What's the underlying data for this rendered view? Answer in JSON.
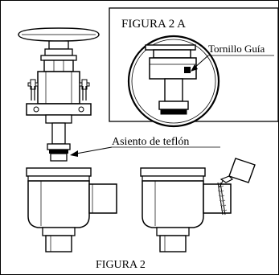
{
  "inset_title": "FIGURA 2 A",
  "label_guide_screw": "Tornillo Guía",
  "label_teflon_seat": "Asiento de teflón",
  "figure_caption": "FIGURA 2",
  "colors": {
    "line": "#000000",
    "background": "#ffffff",
    "thread_accent": "#555555"
  }
}
